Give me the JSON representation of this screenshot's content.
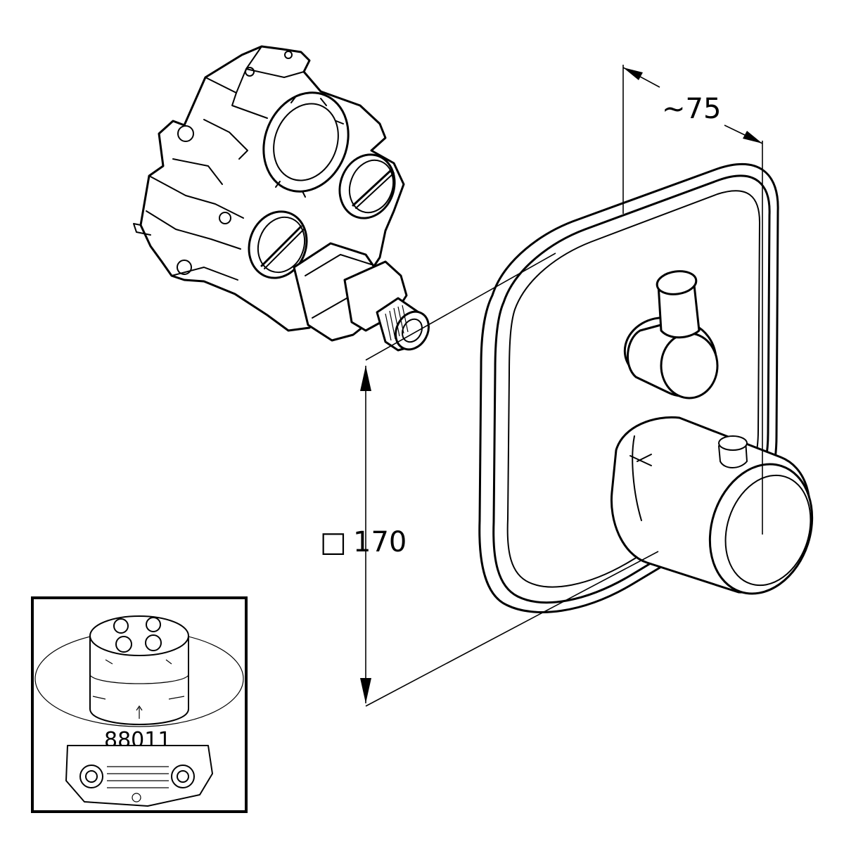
{
  "dimensions": {
    "depth": {
      "text": "~75"
    },
    "size": {
      "symbol": "□",
      "value": "170"
    }
  },
  "inset": {
    "part_number": "88011"
  },
  "colors": {
    "line": "#000000",
    "background": "#ffffff"
  }
}
